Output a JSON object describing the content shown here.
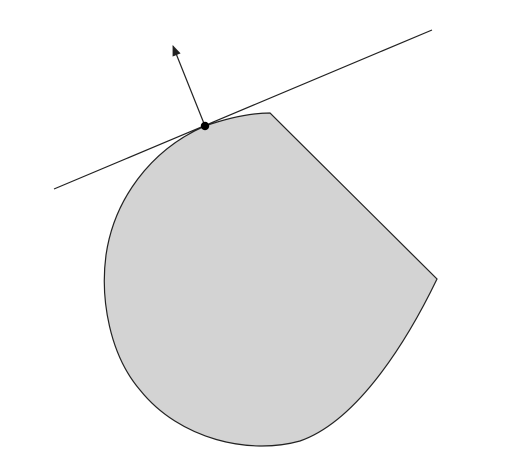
{
  "figure": {
    "shape_fill": "#d3d3d3",
    "stroke_color": "#222222",
    "point_color": "#000000",
    "background": "#ffffff",
    "elements": [
      "convex-region",
      "supporting-line",
      "normal-vector-arrow",
      "contact-point"
    ]
  }
}
